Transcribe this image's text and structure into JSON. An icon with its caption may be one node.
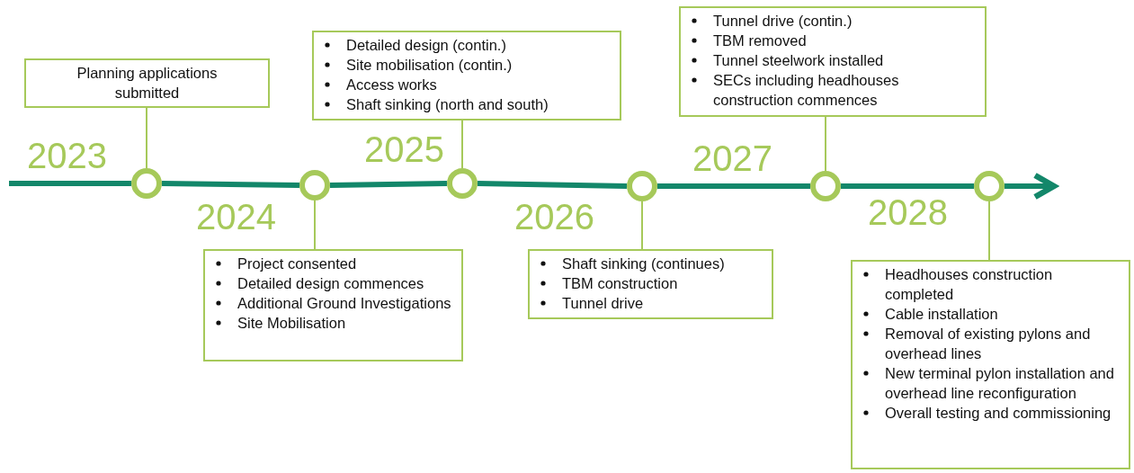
{
  "diagram": {
    "nodes": [
      {
        "text": [
          "Planning applications submitted"
        ]
      },
      {
        "text": [],
        "shape": "circle"
      },
      {
        "text": [],
        "shape": "circle"
      },
      {
        "text": [
          "Project consented",
          "Detailed design commences",
          "Additional Ground Investigations",
          "Site Mobilisation"
        ]
      },
      {
        "text": [
          "Detailed design (contin.)",
          "Site mobilisation (contin.)",
          "Access works",
          "Shaft sinking (north and south)"
        ]
      },
      {
        "text": [],
        "shape": "circle"
      },
      {
        "text": [],
        "shape": "circle"
      },
      {
        "text": [
          "Shaft sinking (continues)",
          "TBM construction",
          "Tunnel drive"
        ]
      },
      {
        "text": [
          "Tunnel drive (contin.)",
          "TBM removed",
          "Tunnel steelwork installed",
          "SECs including headhouses construction commences"
        ]
      },
      {
        "text": [],
        "shape": "circle"
      },
      {
        "text": [],
        "shape": "circle"
      },
      {
        "text": [
          "Headhouses construction completed",
          "Cable installation",
          "Removal of existing pylons and overhead lines",
          "New terminal pylon installation and overhead line reconfiguration",
          "Overall testing and commissioning"
        ]
      }
    ],
    "edges": [
      {
        "from": null,
        "to": 1,
        "arrow": "none"
      },
      {
        "from": 1,
        "to": 2,
        "arrow": "none"
      },
      {
        "from": 2,
        "to": 5,
        "arrow": "none"
      },
      {
        "from": 5,
        "to": 6,
        "arrow": "none"
      },
      {
        "from": 6,
        "to": 9,
        "arrow": "none"
      },
      {
        "from": 9,
        "to": 10,
        "arrow": "none"
      },
      {
        "from": 10,
        "to": null,
        "arrow": "to"
      },
      {
        "from": 0,
        "to": 1,
        "arrow": "none",
        "color": "#a6c95a"
      },
      {
        "from": 2,
        "to": 3,
        "arrow": "none",
        "color": "#a6c95a"
      },
      {
        "from": 4,
        "to": 5,
        "arrow": "none",
        "color": "#a6c95a"
      },
      {
        "from": 6,
        "to": 7,
        "arrow": "none",
        "color": "#a6c95a"
      },
      {
        "from": 8,
        "to": 9,
        "arrow": "none",
        "color": "#a6c95a"
      },
      {
        "from": 10,
        "to": 11,
        "arrow": "none",
        "color": "#a6c95a"
      }
    ],
    "labels": [
      "2023",
      "2024",
      "2025",
      "2026",
      "2027",
      "2028"
    ]
  }
}
